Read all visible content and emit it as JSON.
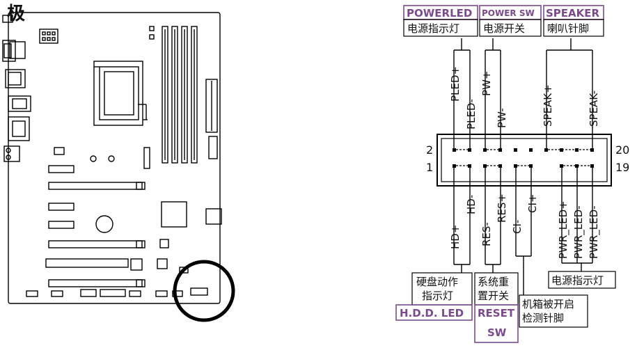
{
  "corner_char": "极",
  "header": {
    "powerled_tag": "POWERLED",
    "powerled_cn": "电源指示灯",
    "powersw_tag": "POWER SW",
    "powersw_cn": "电源开关",
    "speaker_tag": "SPEAKER",
    "speaker_cn": "喇叭针脚"
  },
  "top_pins": {
    "pled_plus": "PLED+",
    "pled_minus": "PLED-",
    "pw_plus": "PW+",
    "pw_minus": "PW-",
    "speak_plus": "SPEAK+",
    "speak_minus": "SPEAK-"
  },
  "bottom_pins": {
    "hd_plus": "HD+",
    "hd_minus": "HD-",
    "res_minus": "RES-",
    "res_plus": "RES+",
    "ci_minus": "CI-",
    "ci_plus": "CI+",
    "pwr_led_plus": "PWR_LED+",
    "pwr_led_minus_1": "PWR_LED-",
    "pwr_led_minus_2": "PWR_LED-"
  },
  "pin_numbers": {
    "top_left": "2",
    "bottom_left": "1",
    "top_right": "20",
    "bottom_right": "19"
  },
  "footer": {
    "hdd_cn_1": "硬盘动作",
    "hdd_cn_2": "指示灯",
    "hdd_tag": "H.D.D. LED",
    "reset_cn_1": "系统重",
    "reset_cn_2": "置开关",
    "reset_tag_1": "RESET",
    "reset_tag_2": "SW",
    "chassis_cn_1": "机箱被开启",
    "chassis_cn_2": "检测针脚",
    "pwrled_cn": "电源指示灯"
  }
}
